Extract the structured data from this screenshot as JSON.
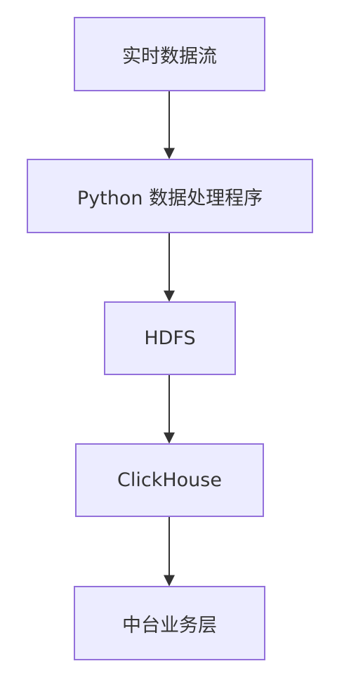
{
  "diagram": {
    "type": "flowchart",
    "direction": "top-down",
    "colors": {
      "node_fill": "#ECECFF",
      "node_border": "#9370DB",
      "text": "#333333",
      "edge": "#333333"
    },
    "nodes": [
      {
        "id": "n1",
        "label": "实时数据流"
      },
      {
        "id": "n2",
        "label": "Python 数据处理程序"
      },
      {
        "id": "n3",
        "label": "HDFS"
      },
      {
        "id": "n4",
        "label": "ClickHouse"
      },
      {
        "id": "n5",
        "label": "中台业务层"
      }
    ],
    "edges": [
      {
        "from": "n1",
        "to": "n2"
      },
      {
        "from": "n2",
        "to": "n3"
      },
      {
        "from": "n3",
        "to": "n4"
      },
      {
        "from": "n4",
        "to": "n5"
      }
    ]
  }
}
